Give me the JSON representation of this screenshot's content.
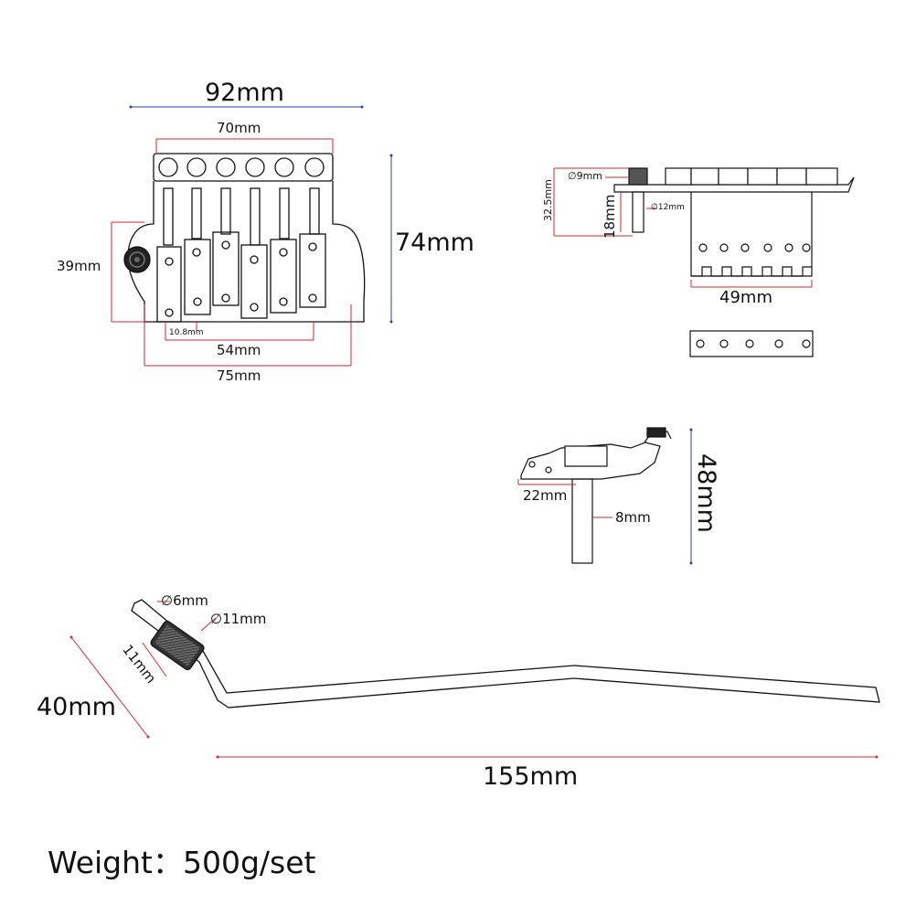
{
  "dimensions": {
    "total_width": "92mm",
    "saddle_span": "70mm",
    "height": "74mm",
    "side_height": "39mm",
    "saddle_spacing": "10.8mm",
    "stud_spacing": "54mm",
    "base_width": "75mm",
    "nut_diameter": "∅9mm",
    "stud_diameter": "∅12mm",
    "side_total_height": "32.5mm",
    "stud_height": "18mm",
    "block_width": "49mm",
    "clamp_width": "22mm",
    "clamp_post": "8mm",
    "clamp_height": "48mm",
    "arm_tip": "∅6mm",
    "collar_diameter": "∅11mm",
    "collar_length": "11mm",
    "arm_height": "40mm",
    "arm_length": "155mm"
  },
  "weight": {
    "label": "Weight：",
    "value": "500g/set"
  },
  "colors": {
    "dimension_red": "#d9262b",
    "dimension_blue": "#2b3ea8",
    "line": "#111111"
  }
}
